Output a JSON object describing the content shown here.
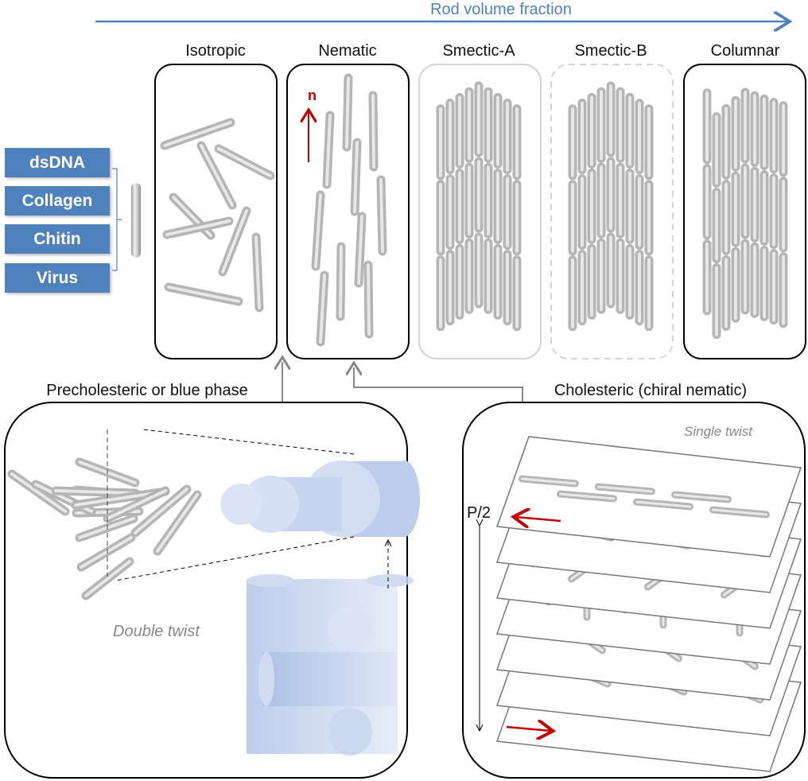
{
  "axis": {
    "label": "Rod volume fraction",
    "color": "#4f81bd"
  },
  "materials": [
    "dsDNA",
    "Collagen",
    "Chitin",
    "Virus"
  ],
  "phases": [
    {
      "name": "Isotropic",
      "border": "solid-black"
    },
    {
      "name": "Nematic",
      "border": "solid-black",
      "director_label": "n"
    },
    {
      "name": "Smectic-A",
      "border": "solid-light-gray"
    },
    {
      "name": "Smectic-B",
      "border": "dashed-light-gray"
    },
    {
      "name": "Columnar",
      "border": "solid-black"
    }
  ],
  "precholesteric": {
    "title": "Precholesteric or blue phase",
    "caption": "Double twist"
  },
  "cholesteric": {
    "title": "Cholesteric (chiral nematic)",
    "caption": "Single twist",
    "pitch_label": "P/2"
  },
  "colors": {
    "accent_red": "#c00000",
    "blue_phase": "#a9bfe8",
    "rod_gray": "#b8b8b8"
  }
}
